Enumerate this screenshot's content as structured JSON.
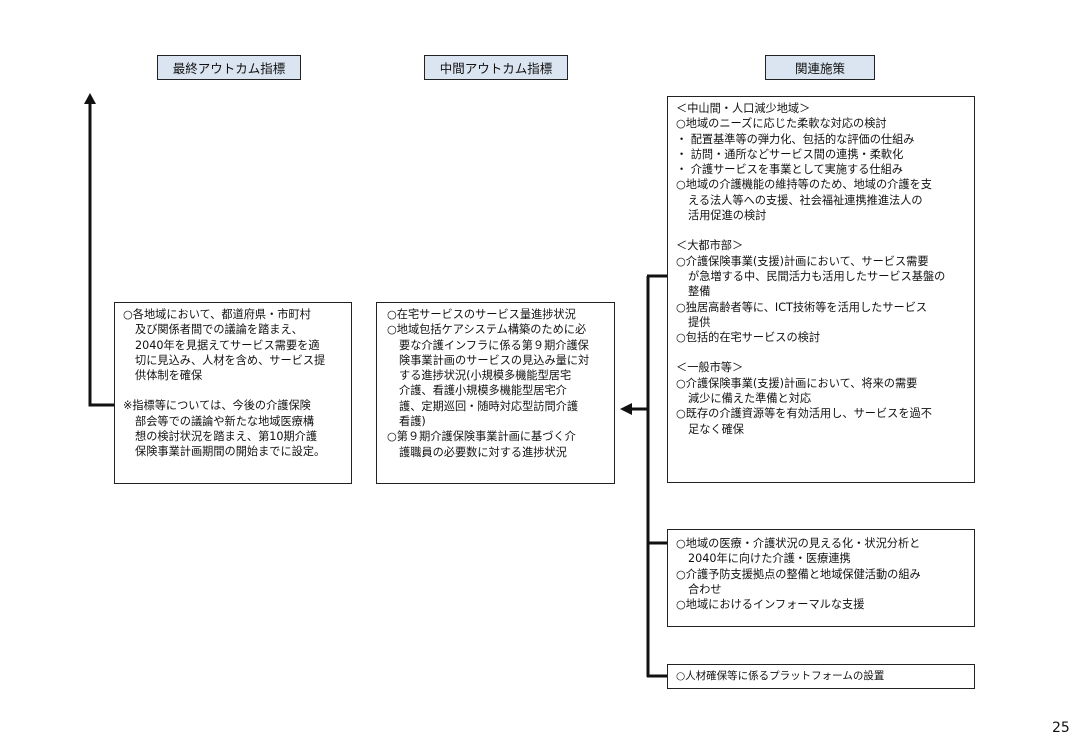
{
  "headers": {
    "final": "最終アウトカム指標",
    "middle": "中間アウトカム指標",
    "related": "関連施策"
  },
  "final_box": {
    "lines": [
      "○各地域において、都道府県・市町村",
      "及び関係者間での議論を踏まえ、",
      "2040年を見据えてサービス需要を適",
      "切に見込み、人材を含め、サービス提",
      "供体制を確保"
    ],
    "note_lines": [
      "※指標等については、今後の介護保険",
      "部会等での議論や新たな地域医療構",
      "想の検討状況を踏まえ、第10期介護",
      "保険事業計画期間の開始までに設定。"
    ]
  },
  "middle_box": {
    "lines": [
      "○在宅サービスのサービス量進捗状況",
      "○地域包括ケアシステム構築のために必",
      "要な介護インフラに係る第９期介護保",
      "険事業計画のサービスの見込み量に対",
      "する進捗状況(小規模多機能型居宅",
      "介護、看護小規模多機能型居宅介",
      "護、定期巡回・随時対応型訪問介護",
      "看護)",
      "○第９期介護保険事業計画に基づく介",
      "護職員の必要数に対する進捗状況"
    ]
  },
  "related_box1": {
    "section1_title": "＜中山間・人口減少地域＞",
    "section1_lines": [
      "○地域のニーズに応じた柔軟な対応の検討",
      "・ 配置基準等の弾力化、包括的な評価の仕組み",
      "・ 訪問・通所などサービス間の連携・柔軟化",
      "・ 介護サービスを事業として実施する仕組み",
      "○地域の介護機能の維持等のため、地域の介護を支",
      "える法人等への支援、社会福祉連携推進法人の",
      "活用促進の検討"
    ],
    "section2_title": "＜大都市部＞",
    "section2_lines": [
      "○介護保険事業(支援)計画において、サービス需要",
      "が急増する中、民間活力も活用したサービス基盤の",
      "整備",
      "○独居高齢者等に、ICT技術等を活用したサービス",
      "提供",
      "○包括的在宅サービスの検討"
    ],
    "section3_title": "＜一般市等＞",
    "section3_lines": [
      "○介護保険事業(支援)計画において、将来の需要",
      "減少に備えた準備と対応",
      "○既存の介護資源等を有効活用し、サービスを過不",
      "足なく確保"
    ]
  },
  "related_box2": {
    "lines": [
      "○地域の医療・介護状況の見える化・状況分析と",
      "2040年に向けた介護・医療連携",
      "○介護予防支援拠点の整備と地域保健活動の組み",
      "合わせ",
      "○地域におけるインフォーマルな支援"
    ]
  },
  "related_box3": {
    "text": "○人材確保等に係るプラットフォームの設置"
  },
  "page_number": "25"
}
